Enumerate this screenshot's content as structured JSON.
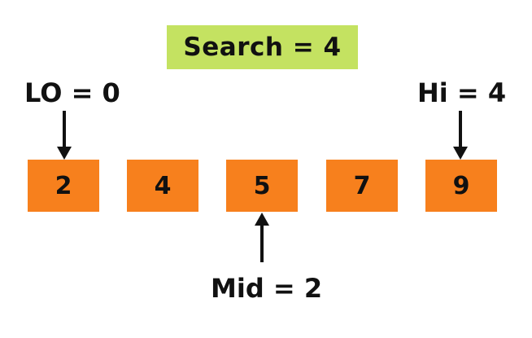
{
  "search_label": "Search = 4",
  "pointers": {
    "lo": "LO = 0",
    "hi": "Hi = 4",
    "mid": "Mid = 2"
  },
  "array": [
    "2",
    "4",
    "5",
    "7",
    "9"
  ],
  "colors": {
    "cell_fill": "#f7801d",
    "search_fill": "#c4e261",
    "text": "#111111"
  }
}
